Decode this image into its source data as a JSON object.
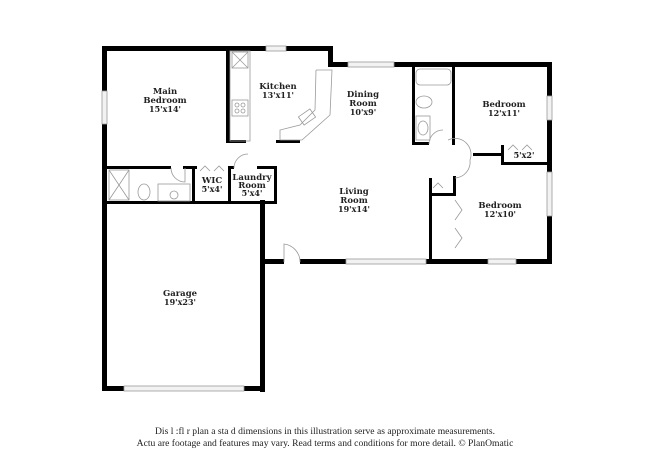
{
  "plan": {
    "rooms": [
      {
        "id": "main-bedroom",
        "name": "Main Bedroom",
        "line1": "Main",
        "line2": "Bedroom",
        "dims": "15'x14'"
      },
      {
        "id": "kitchen",
        "name": "Kitchen",
        "line1": "Kitchen",
        "dims": "13'x11'"
      },
      {
        "id": "dining-room",
        "name": "Dining Room",
        "line1": "Dining",
        "line2": "Room",
        "dims": "10'x9'"
      },
      {
        "id": "bedroom-1",
        "name": "Bedroom",
        "line1": "Bedroom",
        "dims": "12'x11'"
      },
      {
        "id": "closet",
        "name": "Closet",
        "dims": "5'x2'"
      },
      {
        "id": "wic",
        "name": "WIC",
        "line1": "WIC",
        "dims": "5'x4'"
      },
      {
        "id": "laundry-room",
        "name": "Laundry Room",
        "line1": "Laundry",
        "line2": "Room",
        "dims": "5'x4'"
      },
      {
        "id": "living-room",
        "name": "Living Room",
        "line1": "Living",
        "line2": "Room",
        "dims": "19'x14'"
      },
      {
        "id": "bedroom-2",
        "name": "Bedroom",
        "line1": "Bedroom",
        "dims": "12'x10'"
      },
      {
        "id": "garage",
        "name": "Garage",
        "line1": "Garage",
        "dims": "19'x23'"
      }
    ]
  },
  "disclaimer": {
    "line1": "Dis      l  :fl   r plan a   sta  d dimensions in this illustration serve as approximate measurements.",
    "line2": "Actu     are footage and features may vary. Read terms and conditions for more detail. © PlanOmatic"
  }
}
